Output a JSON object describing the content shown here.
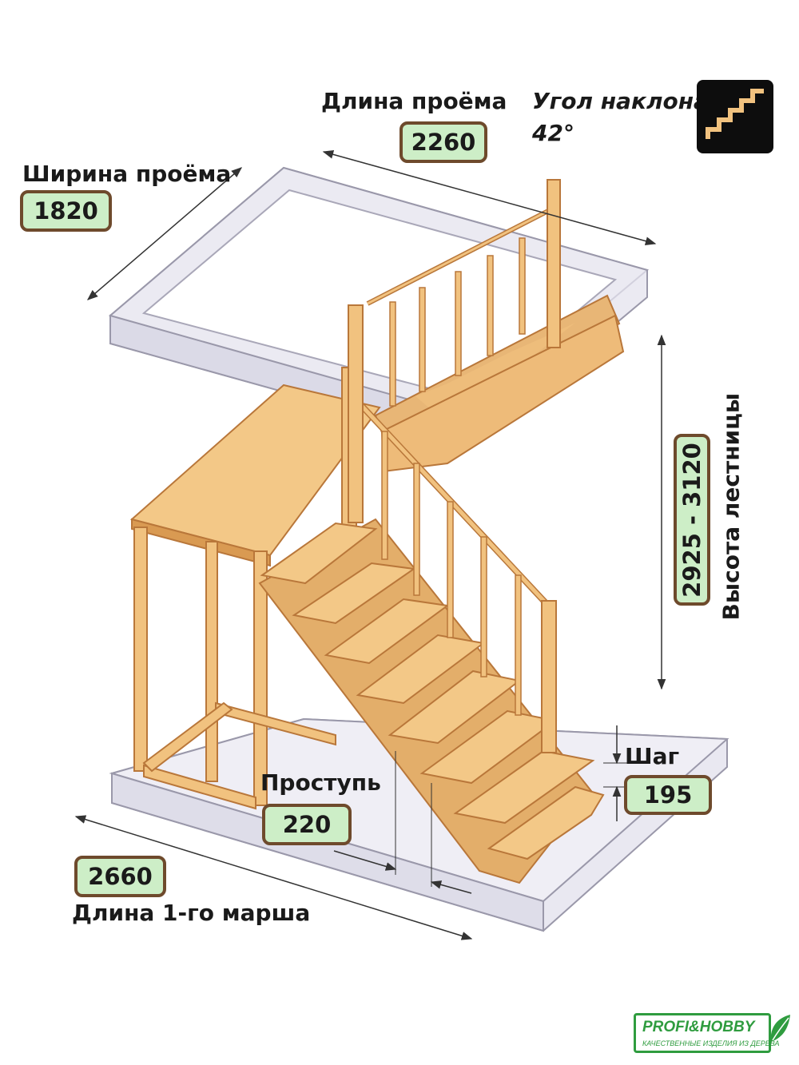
{
  "labels": {
    "opening_length": "Длина проёма",
    "opening_width": "Ширина проёма",
    "incline_angle": "Угол наклона",
    "angle_value": "42°",
    "stair_height": "Высота лестницы",
    "step": "Шаг",
    "tread": "Проступь",
    "first_flight_length": "Длина 1-го марша"
  },
  "values": {
    "opening_length": "2260",
    "opening_width": "1820",
    "stair_height": "2925 - 3120",
    "step": "195",
    "tread": "220",
    "first_flight_length": "2660"
  },
  "logo": {
    "brand": "PROFI&HOBBY",
    "tagline": "КАЧЕСТВЕННЫЕ ИЗДЕЛИЯ ИЗ ДЕРЕВА"
  },
  "icons": {
    "stair_icon": "stairs-icon",
    "logo_leaf": "leaf-icon"
  },
  "colors": {
    "wood": "#f1c27f",
    "wood_dark": "#d99a52",
    "wood_edge": "#b9773a",
    "glass": "#e7e6ef",
    "glass_edge": "#9a98aa",
    "badge_fill": "#cdeec7",
    "badge_border": "#6e4a2c",
    "brand_green": "#2f9c3f"
  }
}
